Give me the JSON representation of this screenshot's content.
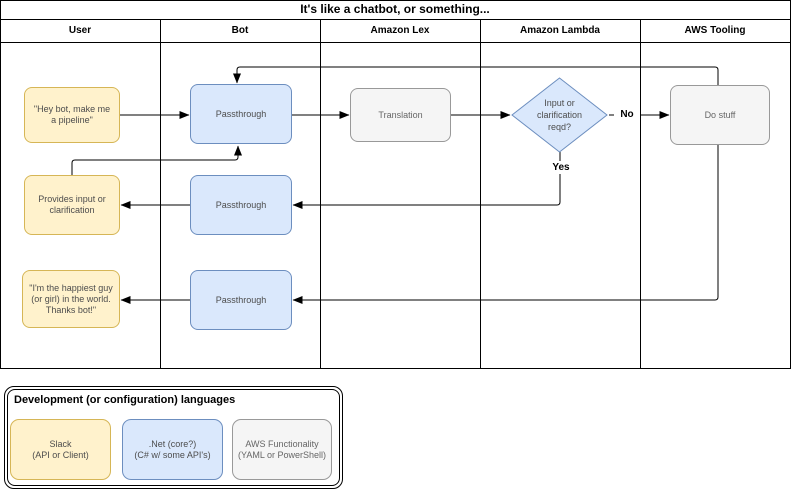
{
  "diagram": {
    "title": "It's like a chatbot, or something...",
    "lanes": [
      "User",
      "Bot",
      "Amazon Lex",
      "Amazon Lambda",
      "AWS Tooling"
    ],
    "nodes": {
      "user_request": "\"Hey bot, make me a pipeline\"",
      "bot_passthrough_1": "Passthrough",
      "lex_translation": "Translation",
      "lambda_decision": "Input or clarification reqd?",
      "aws_do_stuff": "Do stuff",
      "user_provides": "Provides input or clarification",
      "bot_passthrough_2": "Passthrough",
      "user_happy": "\"I'm the happiest guy (or girl) in the world. Thanks bot!\"",
      "bot_passthrough_3": "Passthrough"
    },
    "edge_labels": {
      "yes": "Yes",
      "no": "No"
    }
  },
  "legend": {
    "title": "Development (or configuration) languages",
    "items": [
      {
        "line1": "Slack",
        "line2": "(API or Client)"
      },
      {
        "line1": ".Net (core?)",
        "line2": "(C# w/ some API's)"
      },
      {
        "line1": "AWS Functionality",
        "line2": "(YAML or PowerShell)"
      }
    ]
  },
  "colors": {
    "yellow_fill": "#FFF2CC",
    "yellow_stroke": "#D6B656",
    "blue_fill": "#DAE8FC",
    "blue_stroke": "#6C8EBF",
    "gray_fill": "#F5F5F5",
    "gray_stroke": "#999999",
    "line": "#000000"
  }
}
